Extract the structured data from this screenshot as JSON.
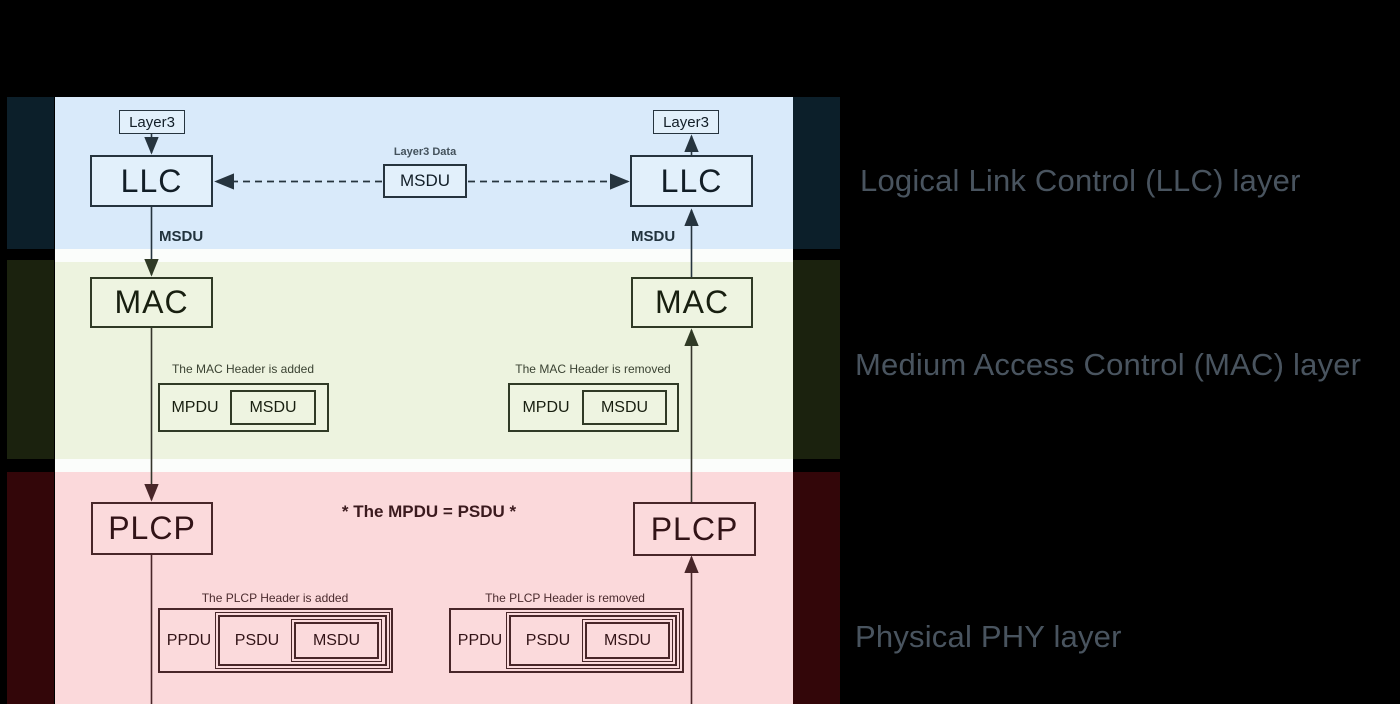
{
  "layer_bands": {
    "llc": {
      "label": "Logical Link Control (LLC) layer"
    },
    "mac": {
      "label": "Medium Access Control (MAC) layer"
    },
    "phy": {
      "label": "Physical PHY layer"
    }
  },
  "transmit_side": {
    "layer3": "Layer3",
    "llc": "LLC",
    "msdu_arrow_label": "MSDU",
    "mac": "MAC",
    "mac_note": "The MAC Header is added",
    "mpdu": "MPDU",
    "mpdu_msdu": "MSDU",
    "plcp": "PLCP",
    "plcp_note": "The PLCP Header is added",
    "ppdu": "PPDU",
    "psdu": "PSDU",
    "psdu_msdu": "MSDU"
  },
  "receive_side": {
    "layer3": "Layer3",
    "llc": "LLC",
    "msdu_arrow_label": "MSDU",
    "mac": "MAC",
    "mac_note": "The MAC Header is removed",
    "mpdu": "MPDU",
    "mpdu_msdu": "MSDU",
    "plcp": "PLCP",
    "plcp_note": "The PLCP Header is removed",
    "ppdu": "PPDU",
    "psdu": "PSDU",
    "psdu_msdu": "MSDU"
  },
  "exchange": {
    "layer3_data_note": "Layer3 Data",
    "msdu": "MSDU",
    "equivalence_note": "* The MPDU = PSDU *"
  },
  "colors": {
    "background": "#000000",
    "llc_band": "#d9eafa",
    "llc_band_dark": "#0c1f2a",
    "mac_band": "#edf3df",
    "mac_band_dark": "#1b220e",
    "phy_band": "#fbd9db",
    "phy_band_dark": "#330609",
    "diagram_gap": "#fbfdfb",
    "caption_text": "#49545f"
  }
}
